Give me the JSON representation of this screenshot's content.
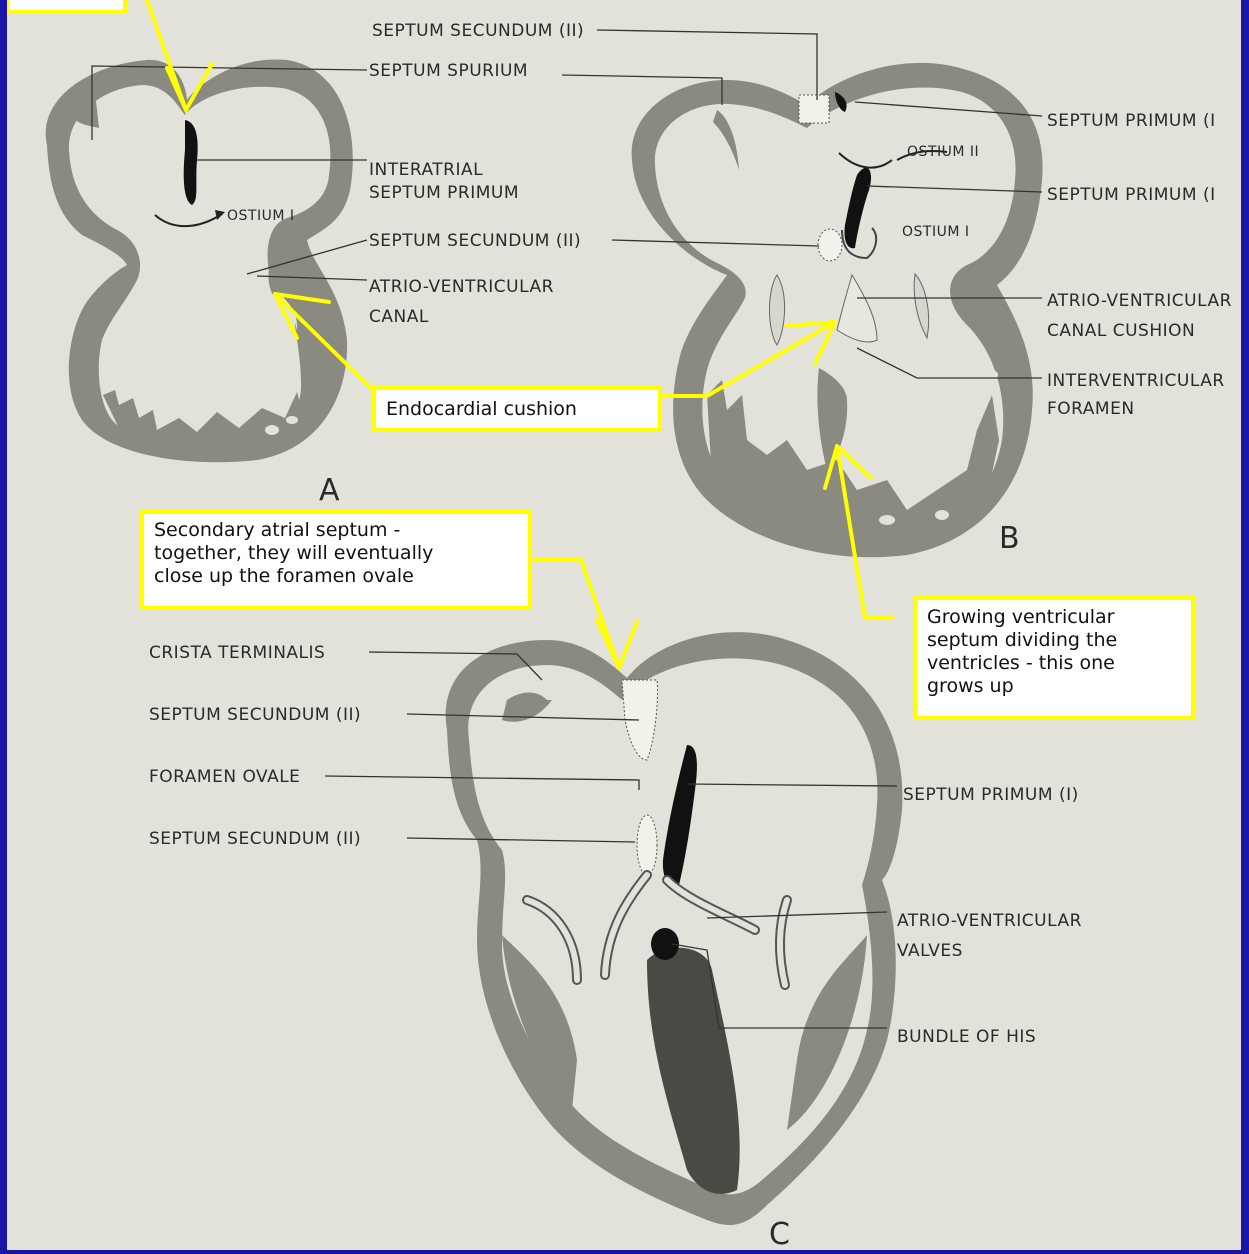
{
  "labels": {
    "a_septum_spurium": "SEPTUM SPURIUM",
    "a_interatrial_1": "INTERATRIAL",
    "a_interatrial_2": "SEPTUM PRIMUM",
    "a_ostium_1": "OSTIUM I",
    "a_septum_secundum": "SEPTUM SECUNDUM (II)",
    "a_av_canal_1": "ATRIO-VENTRICULAR",
    "a_av_canal_2": "CANAL",
    "a_panel": "A",
    "b_septum_secundum": "SEPTUM SECUNDUM (II)",
    "b_septum_primum_top": "SEPTUM PRIMUM (I",
    "b_ostium_2": "OSTIUM II",
    "b_septum_primum_mid": "SEPTUM PRIMUM (I",
    "b_ostium_1": "OSTIUM I",
    "b_av_cushion_1": "ATRIO-VENTRICULAR",
    "b_av_cushion_2": "CANAL CUSHION",
    "b_iv_foramen_1": "INTERVENTRICULAR",
    "b_iv_foramen_2": "FORAMEN",
    "b_panel": "B",
    "c_crista": "CRISTA TERMINALIS",
    "c_secundum_upper": "SEPTUM SECUNDUM (II)",
    "c_foramen_ovale": "FORAMEN OVALE",
    "c_secundum_lower": "SEPTUM SECUNDUM (II)",
    "c_septum_primum": "SEPTUM PRIMUM (I)",
    "c_av_valves_1": "ATRIO-VENTRICULAR",
    "c_av_valves_2": "VALVES",
    "c_bundle": "BUNDLE OF HIS",
    "c_panel": "C"
  },
  "annotations": {
    "endocardial": "Endocardial cushion",
    "secondary_1": "Secondary atrial septum -",
    "secondary_2": "together, they will eventually",
    "secondary_3": "close up the foramen ovale",
    "growing_1": "Growing ventricular",
    "growing_2": "septum dividing the",
    "growing_3": "ventricles - this one",
    "growing_4": "grows up"
  },
  "colors": {
    "slide_border": "#1b17a6",
    "paper": "#e2e1da",
    "myocardium": "#8a8a80",
    "myocardium_dark": "#4a4a44",
    "callout": "#ffff00"
  }
}
